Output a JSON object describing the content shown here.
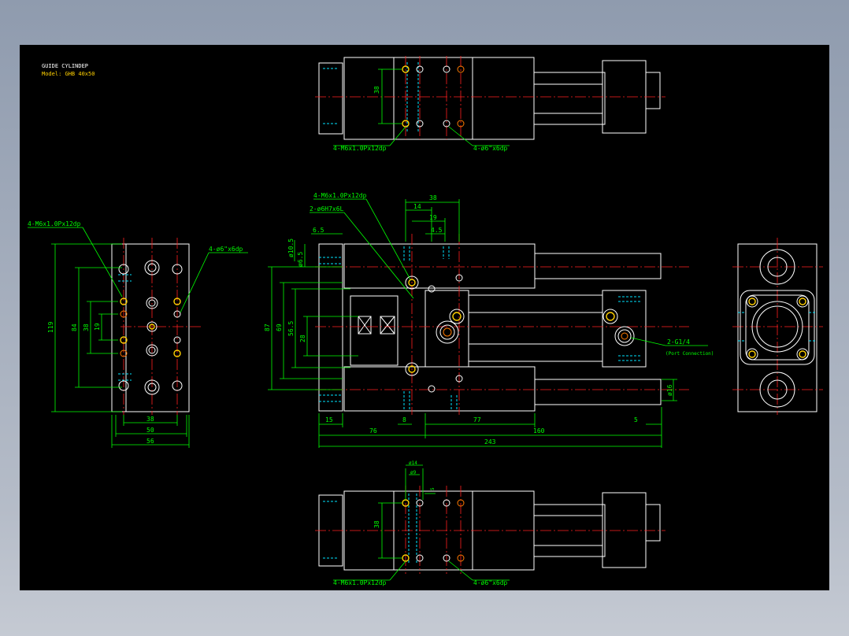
{
  "title_block": {
    "title": "GUIDE CYLINDEP",
    "model": "Model: GHB 40x50"
  },
  "top_view": {
    "dim_38": "38",
    "callout_tap": "4-M6x1.0Px12dp",
    "callout_cbore": "4-ø6\"x6dp"
  },
  "bottom_view": {
    "dim_38": "38",
    "dim_d14": "ø14",
    "dim_d9": "ø9",
    "dim_5": "5",
    "callout_tap": "4-M6x1.0Px12dp",
    "callout_cbore": "4-ø6\"x6dp"
  },
  "left_view": {
    "callout_tap": "4-M6x1.0Px12dp",
    "callout_cbore": "4-ø6\"x6dp",
    "dim_119": "119",
    "dim_84": "84",
    "dim_38v": "38",
    "dim_19": "19",
    "dim_38h": "38",
    "dim_50": "50",
    "dim_56": "56"
  },
  "front_view": {
    "callout_tap": "4-M6x1.0Px12dp",
    "callout_pin": "2-ø6H7x6L",
    "callout_port": "2-G1/4",
    "callout_port_note": "(Port Connection)",
    "dim_38": "38",
    "dim_14": "14",
    "dim_19": "19",
    "dim_4_5": "4.5",
    "dim_6_5": "6.5",
    "dim_10_5": "ø10.5",
    "dim_d6_5": "ø6.5",
    "dim_87": "87",
    "dim_69": "69",
    "dim_56_5": "56.5",
    "dim_28": "28",
    "dim_d16": "ø16",
    "dim_15": "15",
    "dim_8": "8",
    "dim_77": "77",
    "dim_5": "5",
    "dim_76": "76",
    "dim_160": "160",
    "dim_243": "243"
  },
  "colors": {
    "outline": "#ffffff",
    "dimension": "#00ff00",
    "centerline": "#ff2020",
    "hidden": "#00e5ff",
    "hole": "#ffd000",
    "background": "#000000"
  }
}
